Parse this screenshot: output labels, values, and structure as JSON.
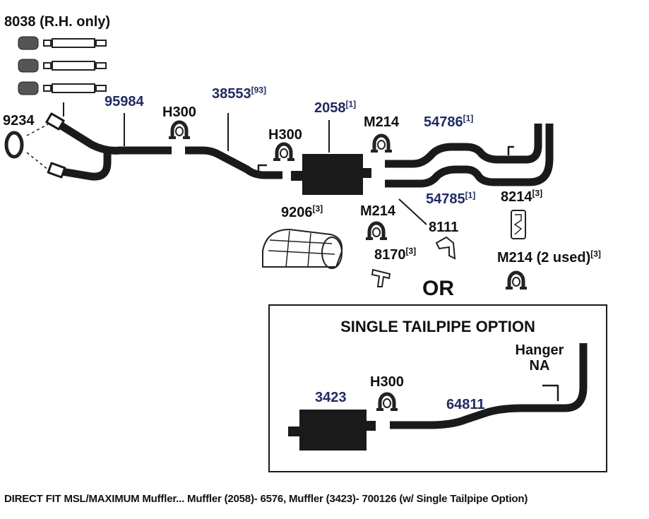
{
  "parts": {
    "p8038": {
      "num": "8038",
      "note": "(R.H. only)"
    },
    "p9234": {
      "num": "9234"
    },
    "p95984": {
      "num": "95984"
    },
    "h300_a": {
      "num": "H300"
    },
    "p38553": {
      "num": "38553",
      "ref": "[93]"
    },
    "h300_b": {
      "num": "H300"
    },
    "p2058": {
      "num": "2058",
      "ref": "[1]"
    },
    "m214_a": {
      "num": "M214"
    },
    "p54786": {
      "num": "54786",
      "ref": "[1]"
    },
    "p54785": {
      "num": "54785",
      "ref": "[1]"
    },
    "p8214": {
      "num": "8214",
      "ref": "[3]"
    },
    "p9206": {
      "num": "9206",
      "ref": "[3]"
    },
    "m214_b": {
      "num": "M214"
    },
    "p8111": {
      "num": "8111"
    },
    "p8170": {
      "num": "8170",
      "ref": "[3]"
    },
    "m214_c": {
      "num": "M214 (2 used)",
      "ref": "[3]"
    }
  },
  "or_text": "OR",
  "option_box": {
    "title": "SINGLE TAILPIPE OPTION",
    "p3423": "3423",
    "h300": "H300",
    "p64811": "64811",
    "hanger_line1": "Hanger",
    "hanger_line2": "NA"
  },
  "caption": "DIRECT FIT MSL/MAXIMUM Muffler... Muffler (2058)- 6576, Muffler (3423)- 700126 (w/ Single Tailpipe Option)",
  "colors": {
    "part_blue": "#1f2a6b",
    "ink": "#111111"
  }
}
